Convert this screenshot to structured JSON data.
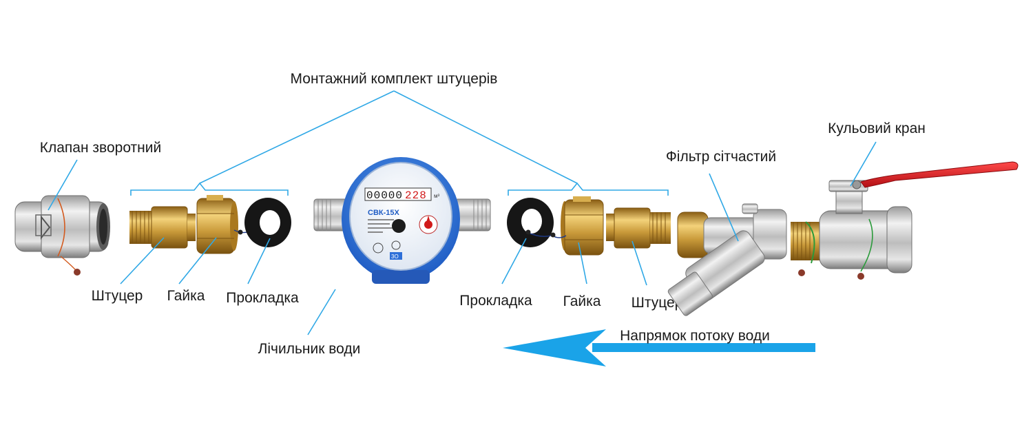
{
  "labels": {
    "mounting_kit": "Монтажний комплект штуцерів",
    "check_valve": "Клапан зворотний",
    "ball_valve": "Кульовий кран",
    "mesh_filter": "Фільтр сітчастий",
    "fitting_left": "Штуцер",
    "nut_left": "Гайка",
    "gasket_left": "Прокладка",
    "gasket_right": "Прокладка",
    "nut_right": "Гайка",
    "fitting_right": "Штуцер",
    "water_meter": "Лічильник води",
    "flow_direction": "Напрямок потоку води"
  },
  "meter": {
    "model": "СВК-15Х",
    "counter_black": "00000",
    "counter_red": "228",
    "unit": "м³",
    "badge": "3О"
  },
  "colors": {
    "leader_lines": "#2fa8e6",
    "flow_arrow": "#1aa3e8",
    "meter_body": "#2d6fd8",
    "brass": "#c99a3a",
    "chrome": "#c8c8c8",
    "handle": "#d6191f"
  }
}
